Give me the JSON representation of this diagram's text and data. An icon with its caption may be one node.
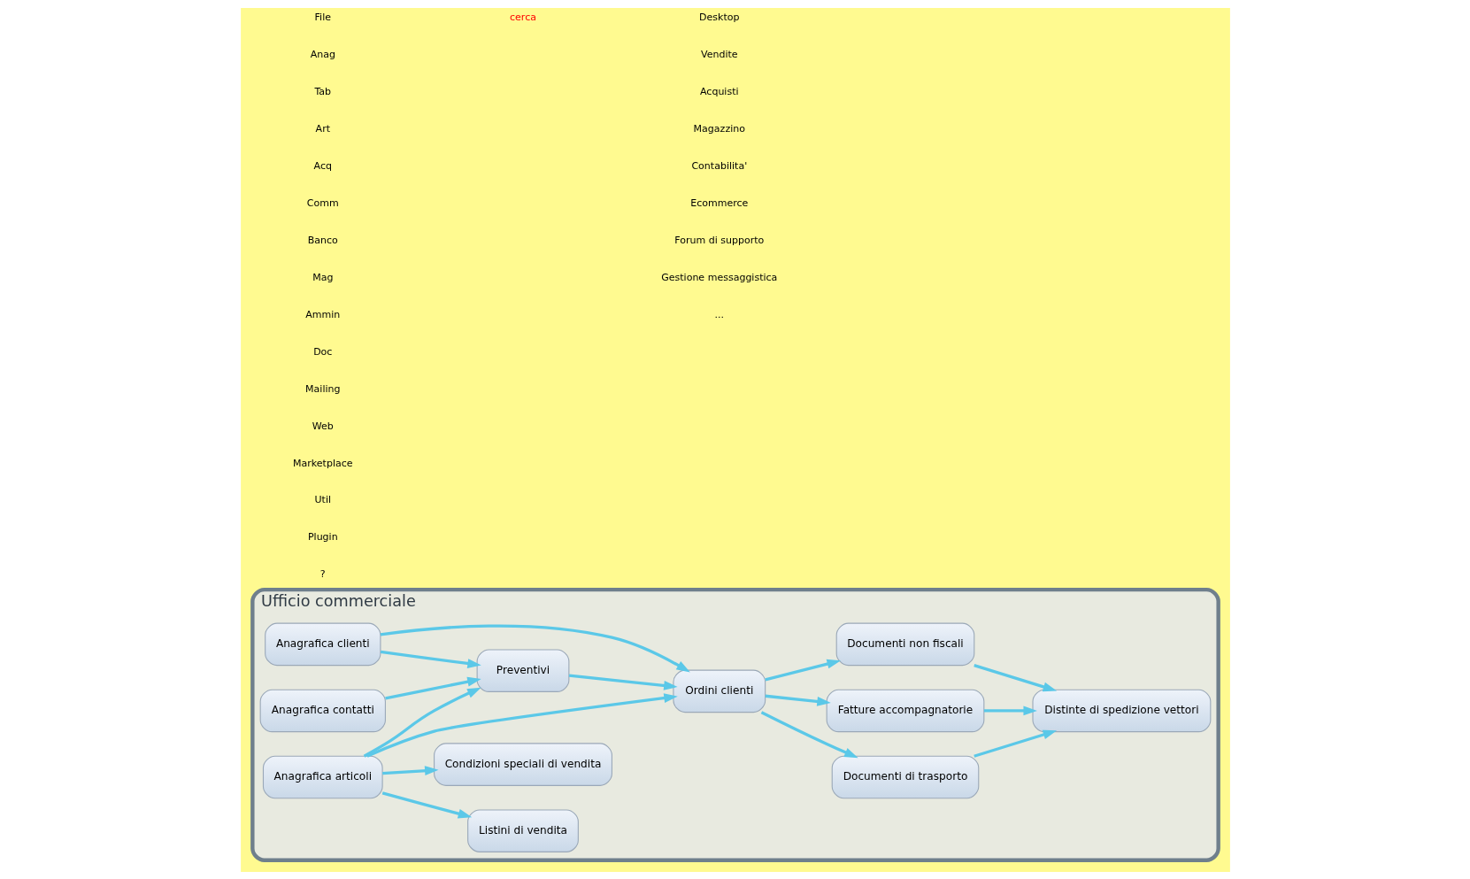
{
  "diagram": {
    "nodes": [
      {
        "text": [
          "Ufficio commerciale"
        ]
      },
      {
        "text": [
          "Anagrafica contatti"
        ],
        "in": 0
      },
      {
        "text": [
          "Anagrafica clienti"
        ],
        "in": 0
      },
      {
        "text": [
          "Documenti di trasporto"
        ],
        "in": 0
      },
      {
        "text": [
          "Preventivi"
        ],
        "in": 0
      },
      {
        "text": [
          "Ordini clienti"
        ],
        "in": 0
      },
      {
        "text": [
          "Fatture accompagnatorie"
        ],
        "in": 0
      },
      {
        "text": [
          "Distinte di spedizione vettori"
        ],
        "in": 0
      },
      {
        "text": [
          "Anagrafica articoli"
        ],
        "in": 0
      },
      {
        "text": [
          "Documenti non fiscali"
        ],
        "in": 0
      },
      {
        "text": [
          "Listini di vendita"
        ],
        "in": 0
      },
      {
        "text": [
          "Condizioni speciali di vendita"
        ],
        "in": 0
      }
    ],
    "edges": [
      {
        "from": 1,
        "to": 4,
        "arrow": "to"
      },
      {
        "from": 2,
        "to": 4,
        "arrow": "to"
      },
      {
        "from": 2,
        "to": 5,
        "arrow": "to"
      },
      {
        "from": 5,
        "to": 3,
        "arrow": "to"
      },
      {
        "from": 3,
        "to": 7,
        "arrow": "to"
      },
      {
        "from": 4,
        "to": 5,
        "arrow": "to"
      },
      {
        "from": 5,
        "to": 6,
        "arrow": "to"
      },
      {
        "from": 6,
        "to": 7,
        "arrow": "to"
      },
      {
        "from": 8,
        "to": 4,
        "arrow": "to"
      },
      {
        "from": 8,
        "to": 5,
        "arrow": "to"
      },
      {
        "from": 5,
        "to": 9,
        "arrow": "to"
      },
      {
        "from": 9,
        "to": 7,
        "arrow": "to"
      },
      {
        "from": 8,
        "to": 10,
        "arrow": "to"
      },
      {
        "from": 8,
        "to": 11,
        "arrow": "to"
      }
    ],
    "labels": [
      "File",
      "Anag",
      "Tab",
      "Art",
      "Acq",
      "Comm",
      "Banco",
      "Mag",
      "Ammin",
      "Doc",
      "Mailing",
      "Web",
      "Marketplace",
      "Util",
      "Plugin",
      "?",
      "cerca",
      "Desktop",
      "Vendite",
      "Acquisti",
      "Magazzino",
      "Contabilita'",
      "Ecommerce",
      "Forum di supporto",
      "Gestione messaggistica",
      "..."
    ]
  }
}
